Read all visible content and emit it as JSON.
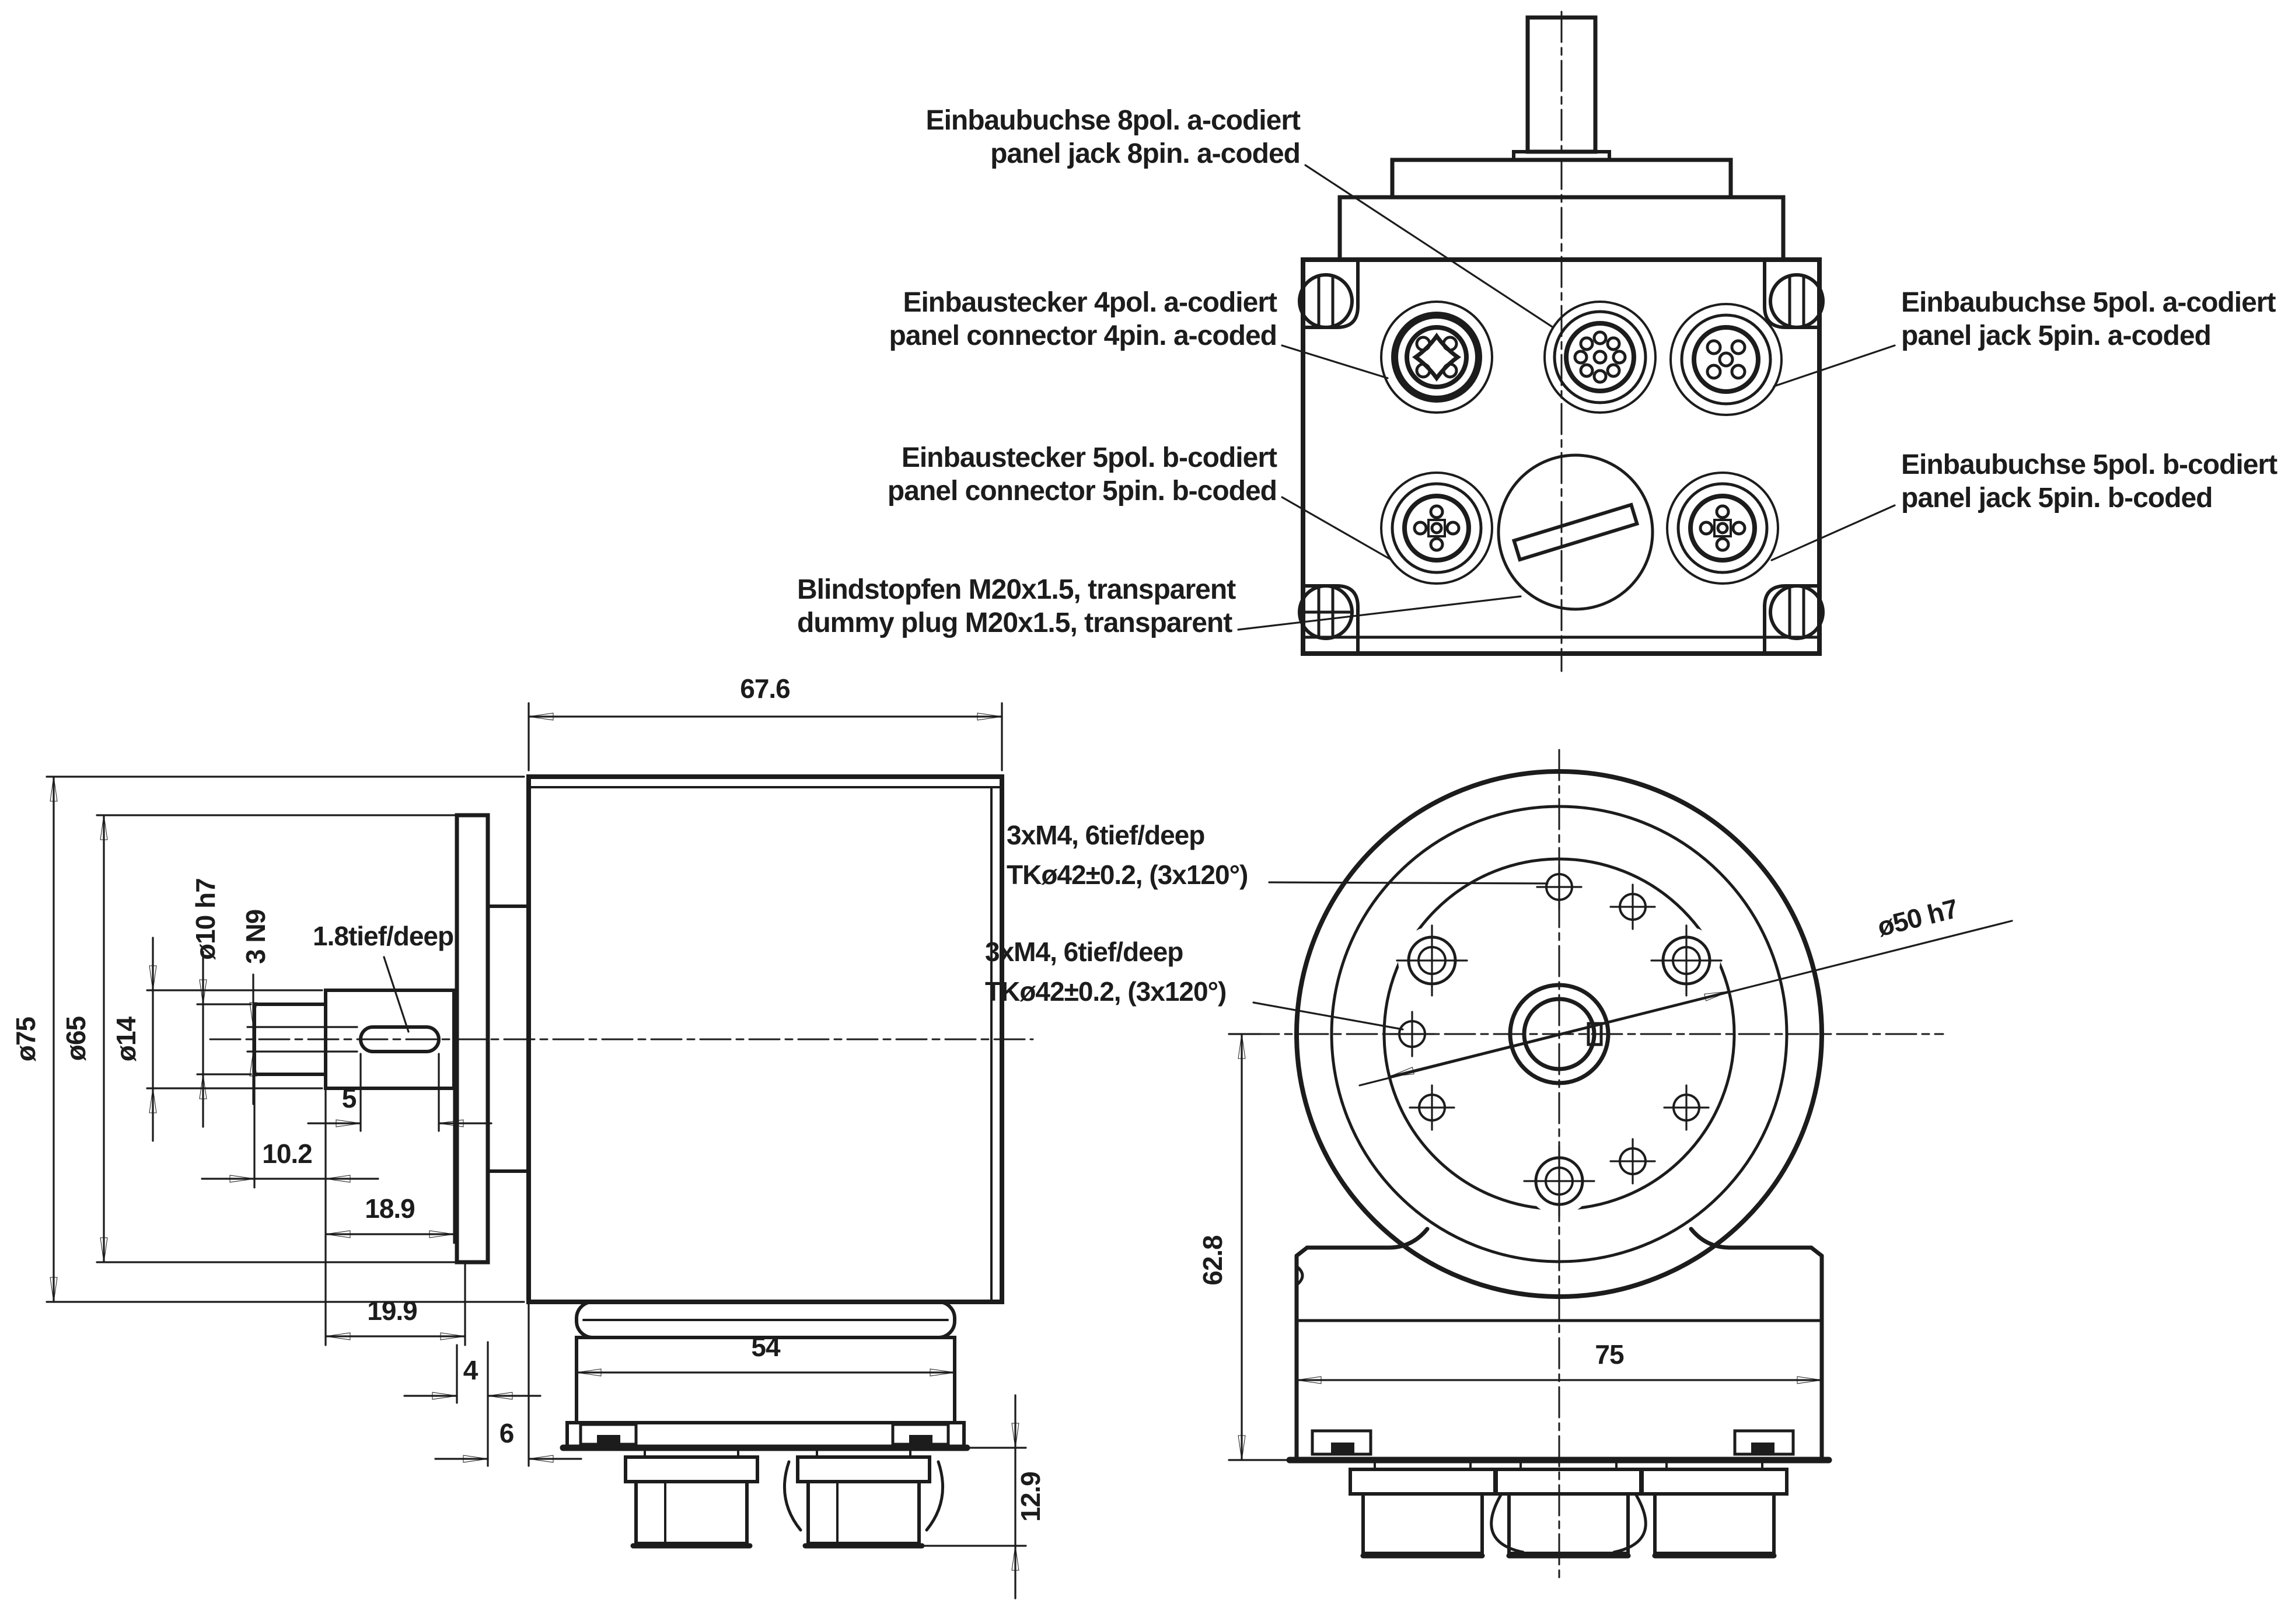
{
  "top_view": {
    "callouts": {
      "jack8_de": "Einbaubuchse 8pol. a-codiert",
      "jack8_en": "panel jack 8pin. a-coded",
      "conn4_de": "Einbaustecker 4pol. a-codiert",
      "conn4_en": "panel connector 4pin. a-coded",
      "jack5a_de": "Einbaubuchse 5pol. a-codiert",
      "jack5a_en": "panel jack 5pin. a-coded",
      "conn5b_de": "Einbaustecker 5pol. b-codiert",
      "conn5b_en": "panel connector 5pin. b-coded",
      "jack5b_de": "Einbaubuchse 5pol. b-codiert",
      "jack5b_en": "panel jack 5pin. b-coded",
      "plug_de": "Blindstopfen M20x1.5, transparent",
      "plug_en": "dummy plug M20x1.5, transparent"
    }
  },
  "side_view": {
    "dims": {
      "length": "67.6",
      "d75": "ø75",
      "d65": "ø65",
      "d14": "ø14",
      "d10": "ø10 h7",
      "key_w": "3 N9",
      "key_depth": "1.8tief/deep",
      "k5": "5",
      "k10_2": "10.2",
      "k18_9": "18.9",
      "k19_9": "19.9",
      "k4": "4",
      "k6": "6",
      "k54": "54",
      "k12_9": "12.9"
    }
  },
  "front_view": {
    "callouts": {
      "m4a_1": "3xM4, 6tief/deep",
      "m4a_2": "TKø42±0.2, (3x120°)",
      "m4b_1": "3xM4, 6tief/deep",
      "m4b_2": "TKø42±0.2, (3x120°)",
      "d50": "ø50 h7"
    },
    "dims": {
      "h": "62.8",
      "w": "75"
    }
  }
}
